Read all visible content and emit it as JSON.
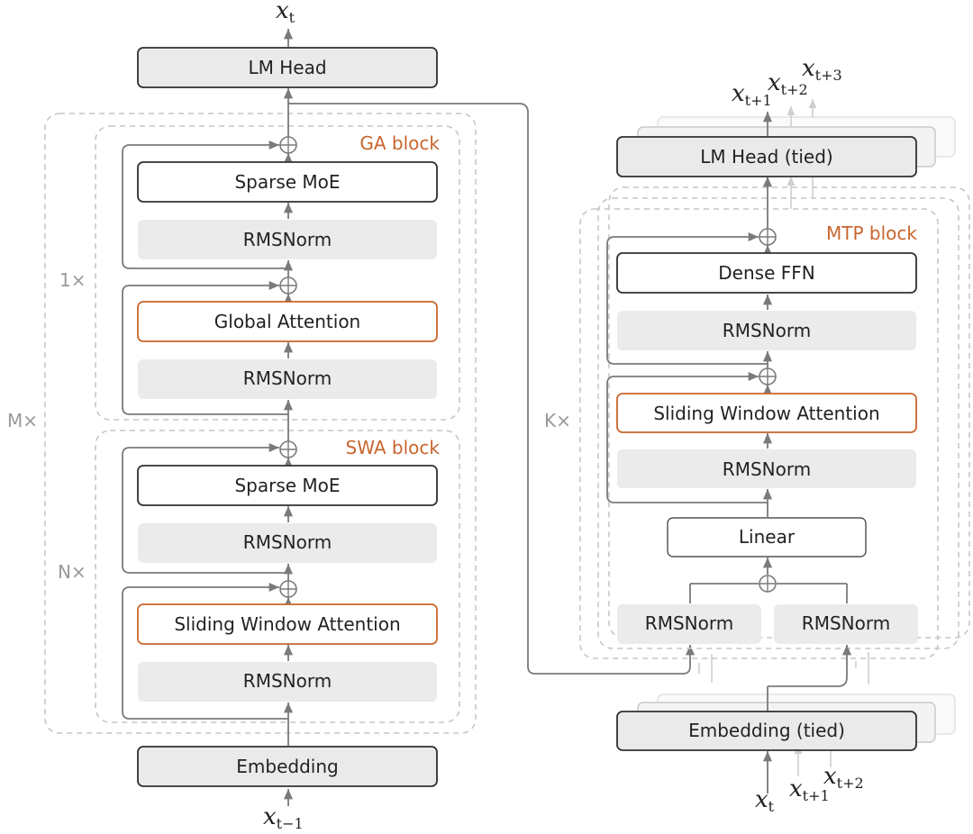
{
  "left": {
    "output": {
      "base": "x",
      "sub": "t"
    },
    "input": {
      "base": "x",
      "sub": "t−1"
    },
    "lm_head": "LM Head",
    "embedding": "Embedding",
    "m_label": "M×",
    "ga_count": "1×",
    "swa_count": "N×",
    "ga_title": "GA block",
    "swa_title": "SWA block",
    "ga_moe": "Sparse MoE",
    "ga_norm2": "RMSNorm",
    "ga_attention": "Global Attention",
    "ga_norm1": "RMSNorm",
    "swa_moe": "Sparse MoE",
    "swa_norm2": "RMSNorm",
    "swa_attention": "Sliding Window Attention",
    "swa_norm1": "RMSNorm"
  },
  "right": {
    "k_label": "K×",
    "mtp_title": "MTP block",
    "lm_head": "LM Head (tied)",
    "embedding": "Embedding (tied)",
    "dense_ffn": "Dense FFN",
    "norm_ffn": "RMSNorm",
    "attention": "Sliding Window Attention",
    "norm_attn": "RMSNorm",
    "linear": "Linear",
    "norm_left": "RMSNorm",
    "norm_right": "RMSNorm",
    "outputs": [
      {
        "base": "x",
        "sub": "t+1"
      },
      {
        "base": "x",
        "sub": "t+2"
      },
      {
        "base": "x",
        "sub": "t+3"
      }
    ],
    "inputs": [
      {
        "base": "x",
        "sub": "t"
      },
      {
        "base": "x",
        "sub": "t+1"
      },
      {
        "base": "x",
        "sub": "t+2"
      }
    ]
  },
  "colors": {
    "attention_border": "#c8662e",
    "block_title": "#c8662e",
    "head_fill": "#eaeaea",
    "norm_fill": "#ebebeb"
  }
}
